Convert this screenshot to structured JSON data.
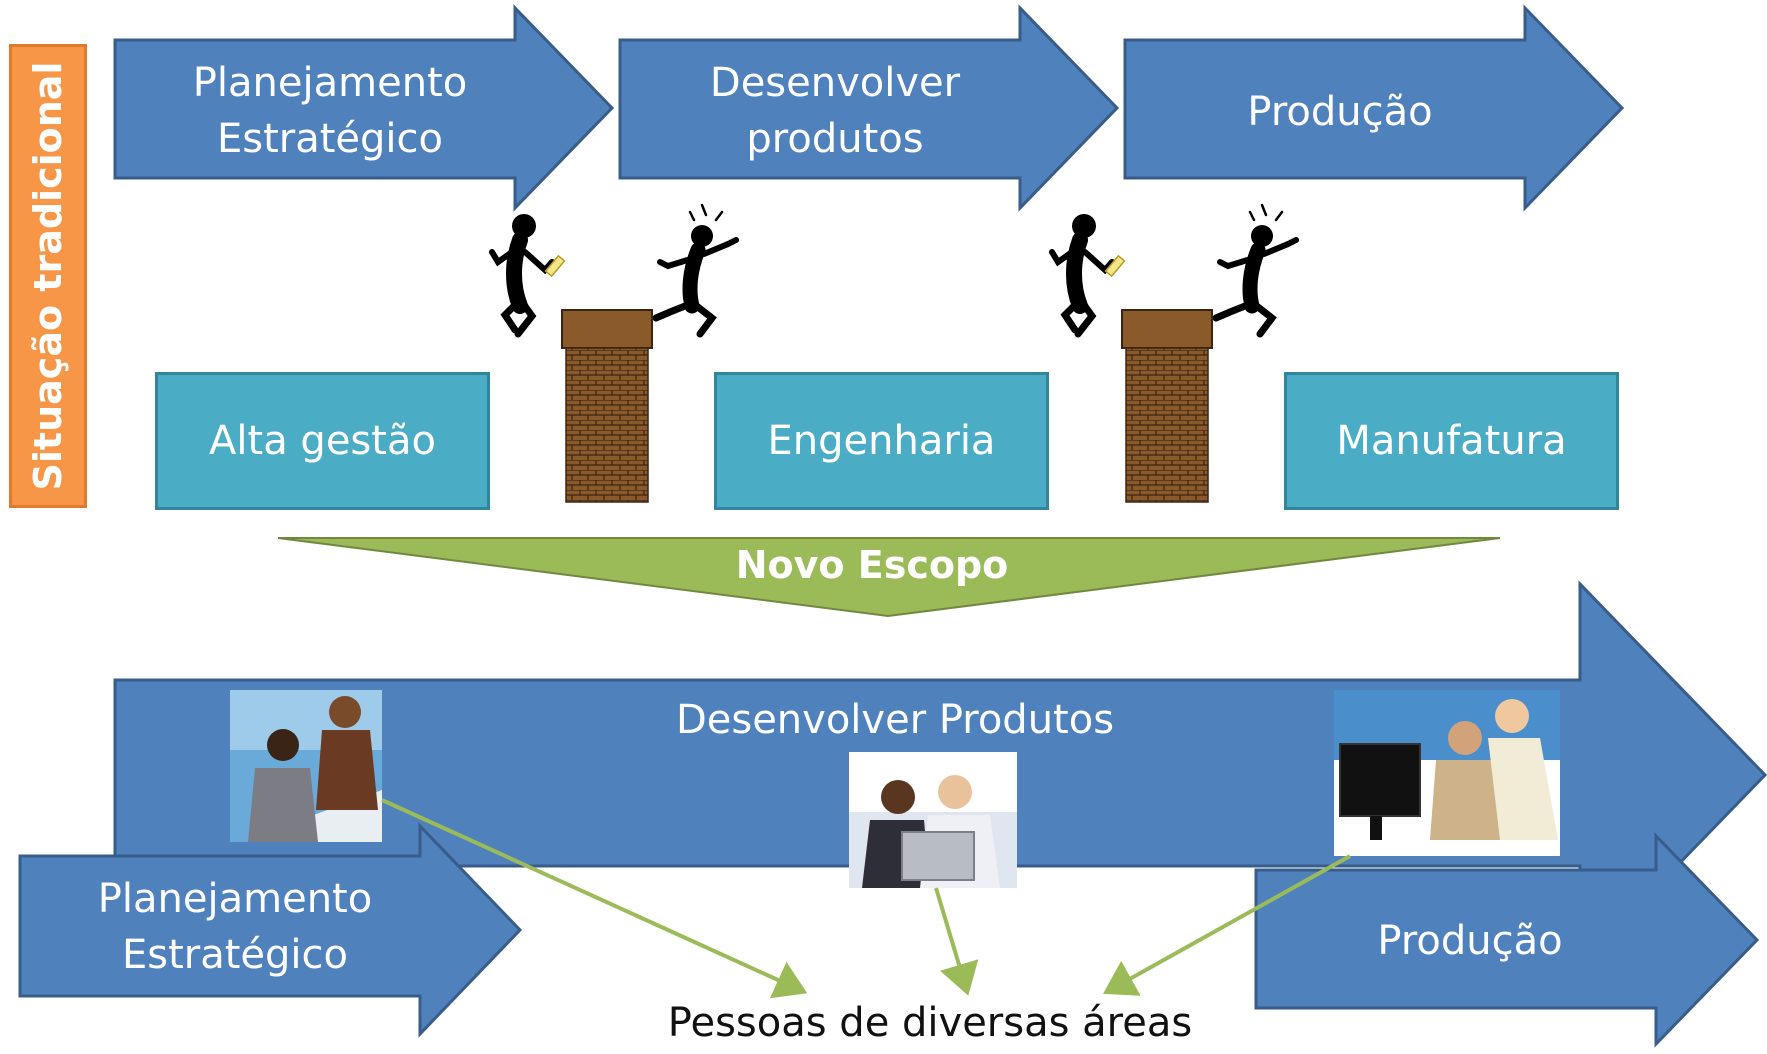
{
  "side_label": "Situação tradicional",
  "top_arrows": [
    "Planejamento Estratégico",
    "Desenvolver produtos",
    "Produção"
  ],
  "top_arrow_lines": [
    [
      "Planejamento",
      "Estratégico"
    ],
    [
      "Desenvolver",
      "produtos"
    ],
    [
      "Produção"
    ]
  ],
  "departments": [
    "Alta gestão",
    "Engenharia",
    "Manufatura"
  ],
  "transition_label": "Novo Escopo",
  "main_arrow_label": "Desenvolver Produtos",
  "bottom_left_arrow_lines": [
    "Planejamento",
    "Estratégico"
  ],
  "bottom_right_arrow_label": "Produção",
  "caption": "Pessoas de diversas áreas",
  "colors": {
    "arrow_blue": "#4f81bd",
    "arrow_border": "#385d8a",
    "box_teal": "#4bacc6",
    "side_orange": "#f79646",
    "scope_green": "#9bbb59",
    "brick": "#8b5a2b"
  },
  "icons": [
    "person-throwing-icon",
    "person-catching-icon",
    "brick-wall-icon",
    "business-people-icon"
  ]
}
